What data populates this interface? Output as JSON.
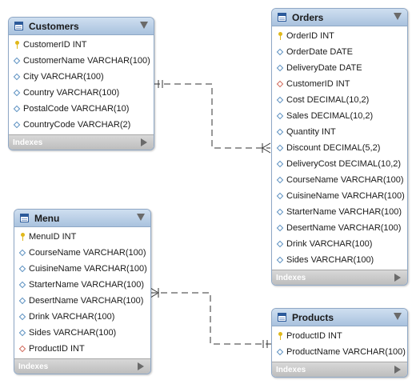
{
  "tables": {
    "customers": {
      "name": "Customers",
      "footer": "Indexes",
      "columns": [
        {
          "label": "CustomerID INT",
          "kind": "pk"
        },
        {
          "label": "CustomerName VARCHAR(100)",
          "kind": "col"
        },
        {
          "label": "City VARCHAR(100)",
          "kind": "col"
        },
        {
          "label": "Country VARCHAR(100)",
          "kind": "col"
        },
        {
          "label": "PostalCode VARCHAR(10)",
          "kind": "col"
        },
        {
          "label": "CountryCode VARCHAR(2)",
          "kind": "col"
        }
      ]
    },
    "orders": {
      "name": "Orders",
      "footer": "Indexes",
      "columns": [
        {
          "label": "OrderID INT",
          "kind": "pk"
        },
        {
          "label": "OrderDate DATE",
          "kind": "col"
        },
        {
          "label": "DeliveryDate DATE",
          "kind": "col"
        },
        {
          "label": "CustomerID INT",
          "kind": "fk"
        },
        {
          "label": "Cost DECIMAL(10,2)",
          "kind": "col"
        },
        {
          "label": "Sales DECIMAL(10,2)",
          "kind": "col"
        },
        {
          "label": "Quantity INT",
          "kind": "col"
        },
        {
          "label": "Discount DECIMAL(5,2)",
          "kind": "col"
        },
        {
          "label": "DeliveryCost DECIMAL(10,2)",
          "kind": "col"
        },
        {
          "label": "CourseName VARCHAR(100)",
          "kind": "col"
        },
        {
          "label": "CuisineName VARCHAR(100)",
          "kind": "col"
        },
        {
          "label": "StarterName VARCHAR(100)",
          "kind": "col"
        },
        {
          "label": "DesertName VARCHAR(100)",
          "kind": "col"
        },
        {
          "label": "Drink VARCHAR(100)",
          "kind": "col"
        },
        {
          "label": "Sides VARCHAR(100)",
          "kind": "col"
        }
      ]
    },
    "menu": {
      "name": "Menu",
      "footer": "Indexes",
      "columns": [
        {
          "label": "MenuID INT",
          "kind": "pk"
        },
        {
          "label": "CourseName VARCHAR(100)",
          "kind": "col"
        },
        {
          "label": "CuisineName VARCHAR(100)",
          "kind": "col"
        },
        {
          "label": "StarterName VARCHAR(100)",
          "kind": "col"
        },
        {
          "label": "DesertName VARCHAR(100)",
          "kind": "col"
        },
        {
          "label": "Drink VARCHAR(100)",
          "kind": "col"
        },
        {
          "label": "Sides VARCHAR(100)",
          "kind": "col"
        },
        {
          "label": "ProductID INT",
          "kind": "fk"
        }
      ]
    },
    "products": {
      "name": "Products",
      "footer": "Indexes",
      "columns": [
        {
          "label": "ProductID INT",
          "kind": "pk"
        },
        {
          "label": "ProductName VARCHAR(100)",
          "kind": "col"
        }
      ]
    }
  },
  "colors": {
    "header_gradient_top": "#cfdff0",
    "header_gradient_bottom": "#a9c2de",
    "border": "#8fa8c6",
    "primary_key": "#e0b81a",
    "column_marker": "#5a8fc0",
    "foreign_key_marker": "#d0685a",
    "relationship_line": "#333333"
  },
  "relationships": [
    {
      "from": "customers",
      "to": "orders",
      "from_end": "one-mandatory",
      "to_end": "many"
    },
    {
      "from": "products",
      "to": "menu",
      "from_end": "one-mandatory",
      "to_end": "many"
    }
  ]
}
